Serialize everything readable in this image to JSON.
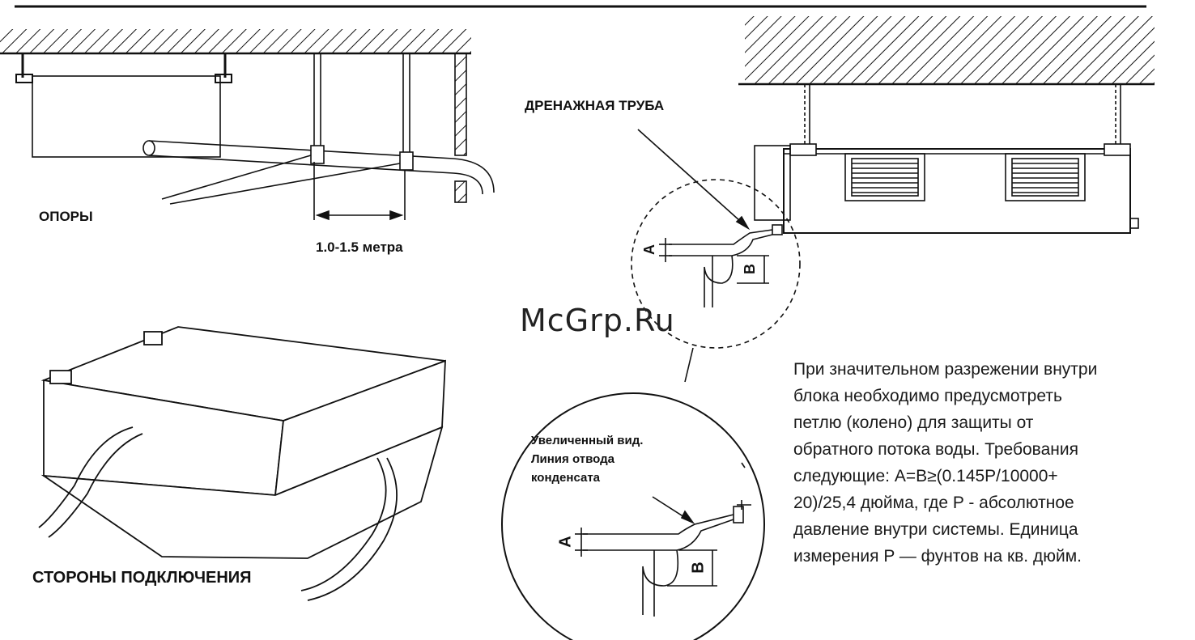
{
  "labels": {
    "supports": "ОПОРЫ",
    "spacing": "1.0-1.5 метра",
    "drain_pipe": "ДРЕНАЖНАЯ ТРУБА",
    "connection_sides": "СТОРОНЫ ПОДКЛЮЧЕНИЯ",
    "dim_a": "A",
    "dim_b": "B",
    "enlarged_view": [
      "Увеличенный вид.",
      "Линия отвода",
      "конденсата"
    ]
  },
  "note": [
    "При значительном разрежении внутри",
    "блока необходимо предусмотреть",
    "петлю (колено) для защиты от",
    "обратного потока воды. Требования",
    "следующие: A=B≥(0.145P/10000+",
    "20)/25,4 дюйма, где P - абсолютное",
    "давление внутри системы. Единица",
    "измерения P — фунтов на кв. дюйм."
  ],
  "watermark": "McGrp.Ru",
  "colors": {
    "line": "#111111",
    "background": "#ffffff"
  }
}
